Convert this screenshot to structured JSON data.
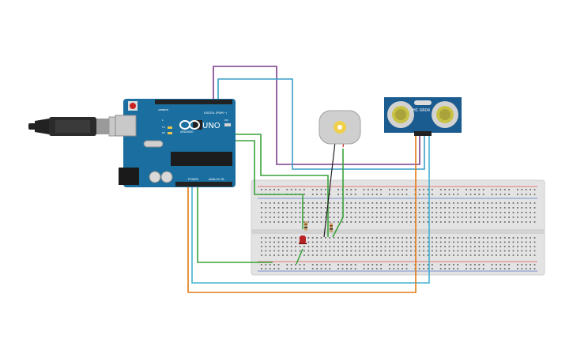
{
  "circuit": {
    "arduino": {
      "logo_text": "UNO",
      "brand_text": "ARDUINO",
      "digital_label": "DIGITAL (PWM~)",
      "power_label": "POWER",
      "analog_label": "ANALOG IN",
      "aref_label": "AREF",
      "gnd_label": "GND",
      "tx_label": "TX",
      "rx_label": "RX",
      "l_label": "L",
      "on_label": "ON"
    },
    "sensor": {
      "label": "HC-SR04"
    },
    "components": {
      "usb_cable": "usb-cable",
      "motor": "dc-motor",
      "led": "red-led",
      "resistor_1": "resistor",
      "resistor_2": "resistor",
      "breadboard": "breadboard"
    },
    "wire_colors": {
      "purple": "#7b3f8c",
      "blue": "#3a9ec9",
      "green": "#3aa33a",
      "orange": "#e37b17",
      "light_blue": "#45b3d0",
      "black": "#222222",
      "red": "#cc2222"
    },
    "board_color": "#1a6fa0",
    "breadboard_color": "#e3e3e3"
  }
}
